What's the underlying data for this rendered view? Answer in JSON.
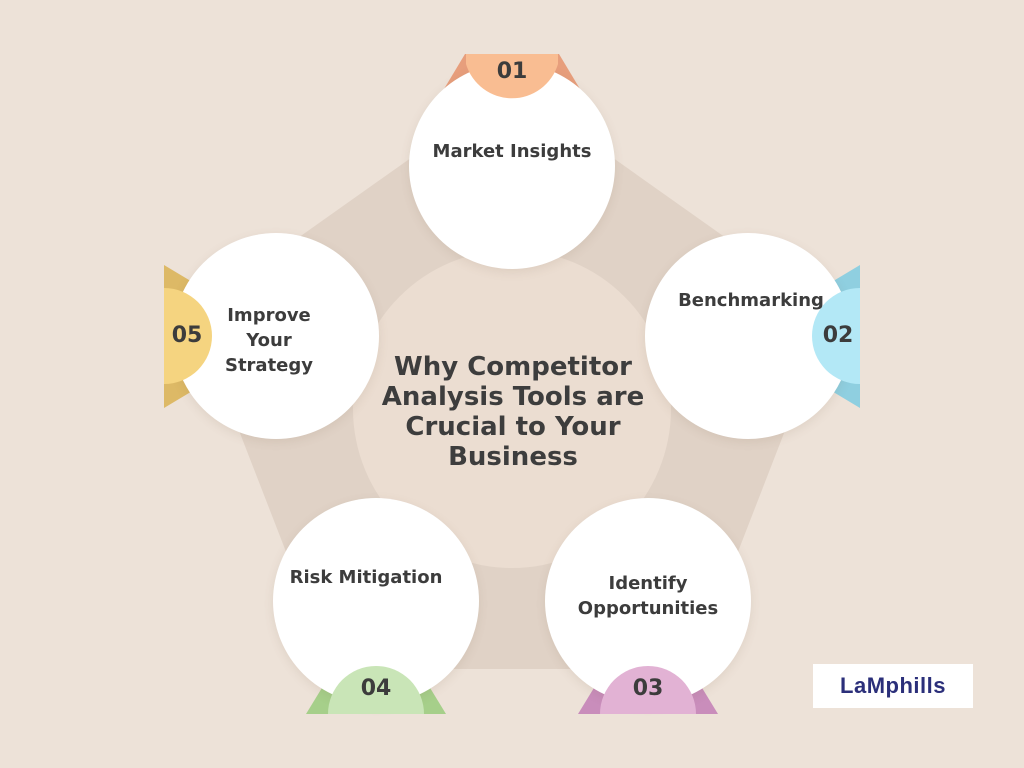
{
  "diagram": {
    "title": "Why Competitor Analysis Tools are Crucial to Your Business",
    "nodes": [
      {
        "number": "01",
        "label": "Market Insights",
        "color": "#f9bd92",
        "tab_color": "#e79e7c"
      },
      {
        "number": "02",
        "label": "Benchmarking",
        "color": "#b3e8f6",
        "tab_color": "#8fcfe0"
      },
      {
        "number": "03",
        "label": "Identify Opportunities",
        "color": "#e2b2d4",
        "tab_color": "#c98dbb"
      },
      {
        "number": "04",
        "label": "Risk Mitigation",
        "color": "#c9e5b7",
        "tab_color": "#a6cf8a"
      },
      {
        "number": "05",
        "label": "Improve Your Strategy",
        "color": "#f5d480",
        "tab_color": "#ddb966"
      }
    ]
  },
  "colors": {
    "background": "#ede2d8",
    "ring": "#e0d2c6",
    "center": "#ebddd1",
    "node": "#ffffff",
    "text": "#3c3c3c"
  },
  "logo": {
    "text": "LaMphills",
    "color": "#2b2f7a"
  }
}
